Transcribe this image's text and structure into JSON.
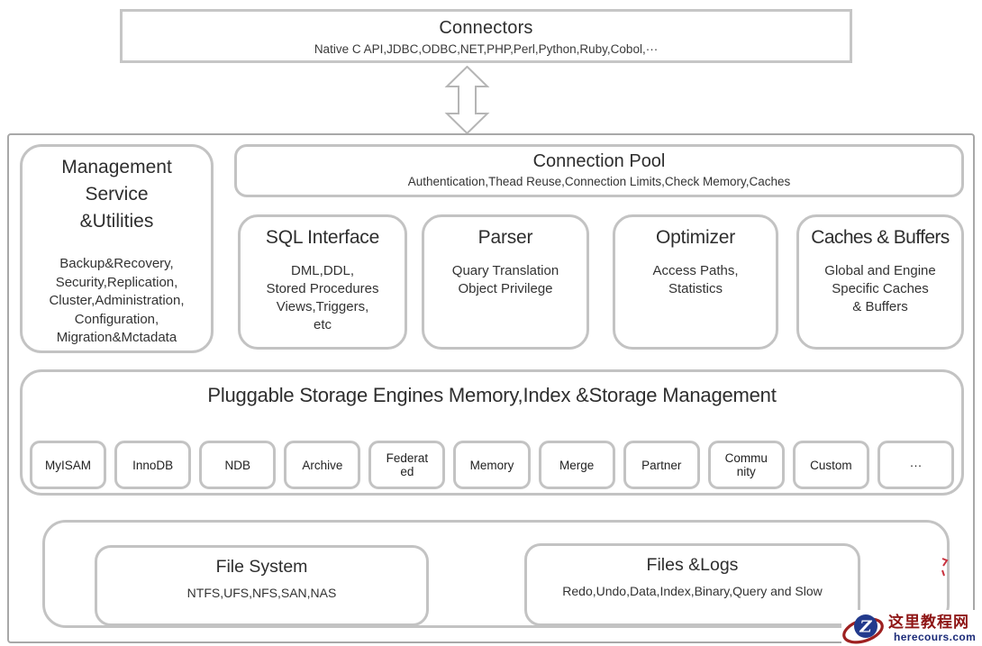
{
  "connectors": {
    "title": "Connectors",
    "subtitle": "Native C API,JDBC,ODBC,NET,PHP,Perl,Python,Ruby,Cobol,···"
  },
  "management": {
    "title_lines": [
      "Management",
      "Service",
      "&Utilities"
    ],
    "body_lines": [
      "Backup&Recovery,",
      "Security,Replication,",
      "Cluster,Administration,",
      "Configuration,",
      "Migration&Mctadata"
    ]
  },
  "connection_pool": {
    "title": "Connection Pool",
    "subtitle": "Authentication,Thead Reuse,Connection Limits,Check Memory,Caches"
  },
  "modules": [
    {
      "title": "SQL Interface",
      "body": "DML,DDL,\nStored Procedures\nViews,Triggers,\netc"
    },
    {
      "title": "Parser",
      "body": "Quary Translation\nObject Privilege"
    },
    {
      "title": "Optimizer",
      "body": "Access Paths,\nStatistics"
    },
    {
      "title": "Caches & Buffers",
      "body": "Global and Engine\nSpecific Caches\n& Buffers"
    }
  ],
  "storage": {
    "title": "Pluggable Storage Engines Memory,Index &Storage Management",
    "engines": [
      "MyISAM",
      "InnoDB",
      "NDB",
      "Archive",
      "Federat\ned",
      "Memory",
      "Merge",
      "Partner",
      "Commu\nnity",
      "Custom",
      "···"
    ]
  },
  "filesystem": {
    "title": "File System",
    "subtitle": "NTFS,UFS,NFS,SAN,NAS"
  },
  "fileslogs": {
    "title": "Files &Logs",
    "subtitle": "Redo,Undo,Data,Index,Binary,Query and Slow"
  },
  "watermark": {
    "site_name": "这里教程网",
    "site_url": "herecours.com",
    "logo_letter": "Z"
  },
  "colors": {
    "box_border": "#c3c3c3",
    "outer_border": "#a8a8a8",
    "text": "#2e2e2e",
    "watermark_red": "#8e1515",
    "watermark_blue": "#1c2b78"
  }
}
